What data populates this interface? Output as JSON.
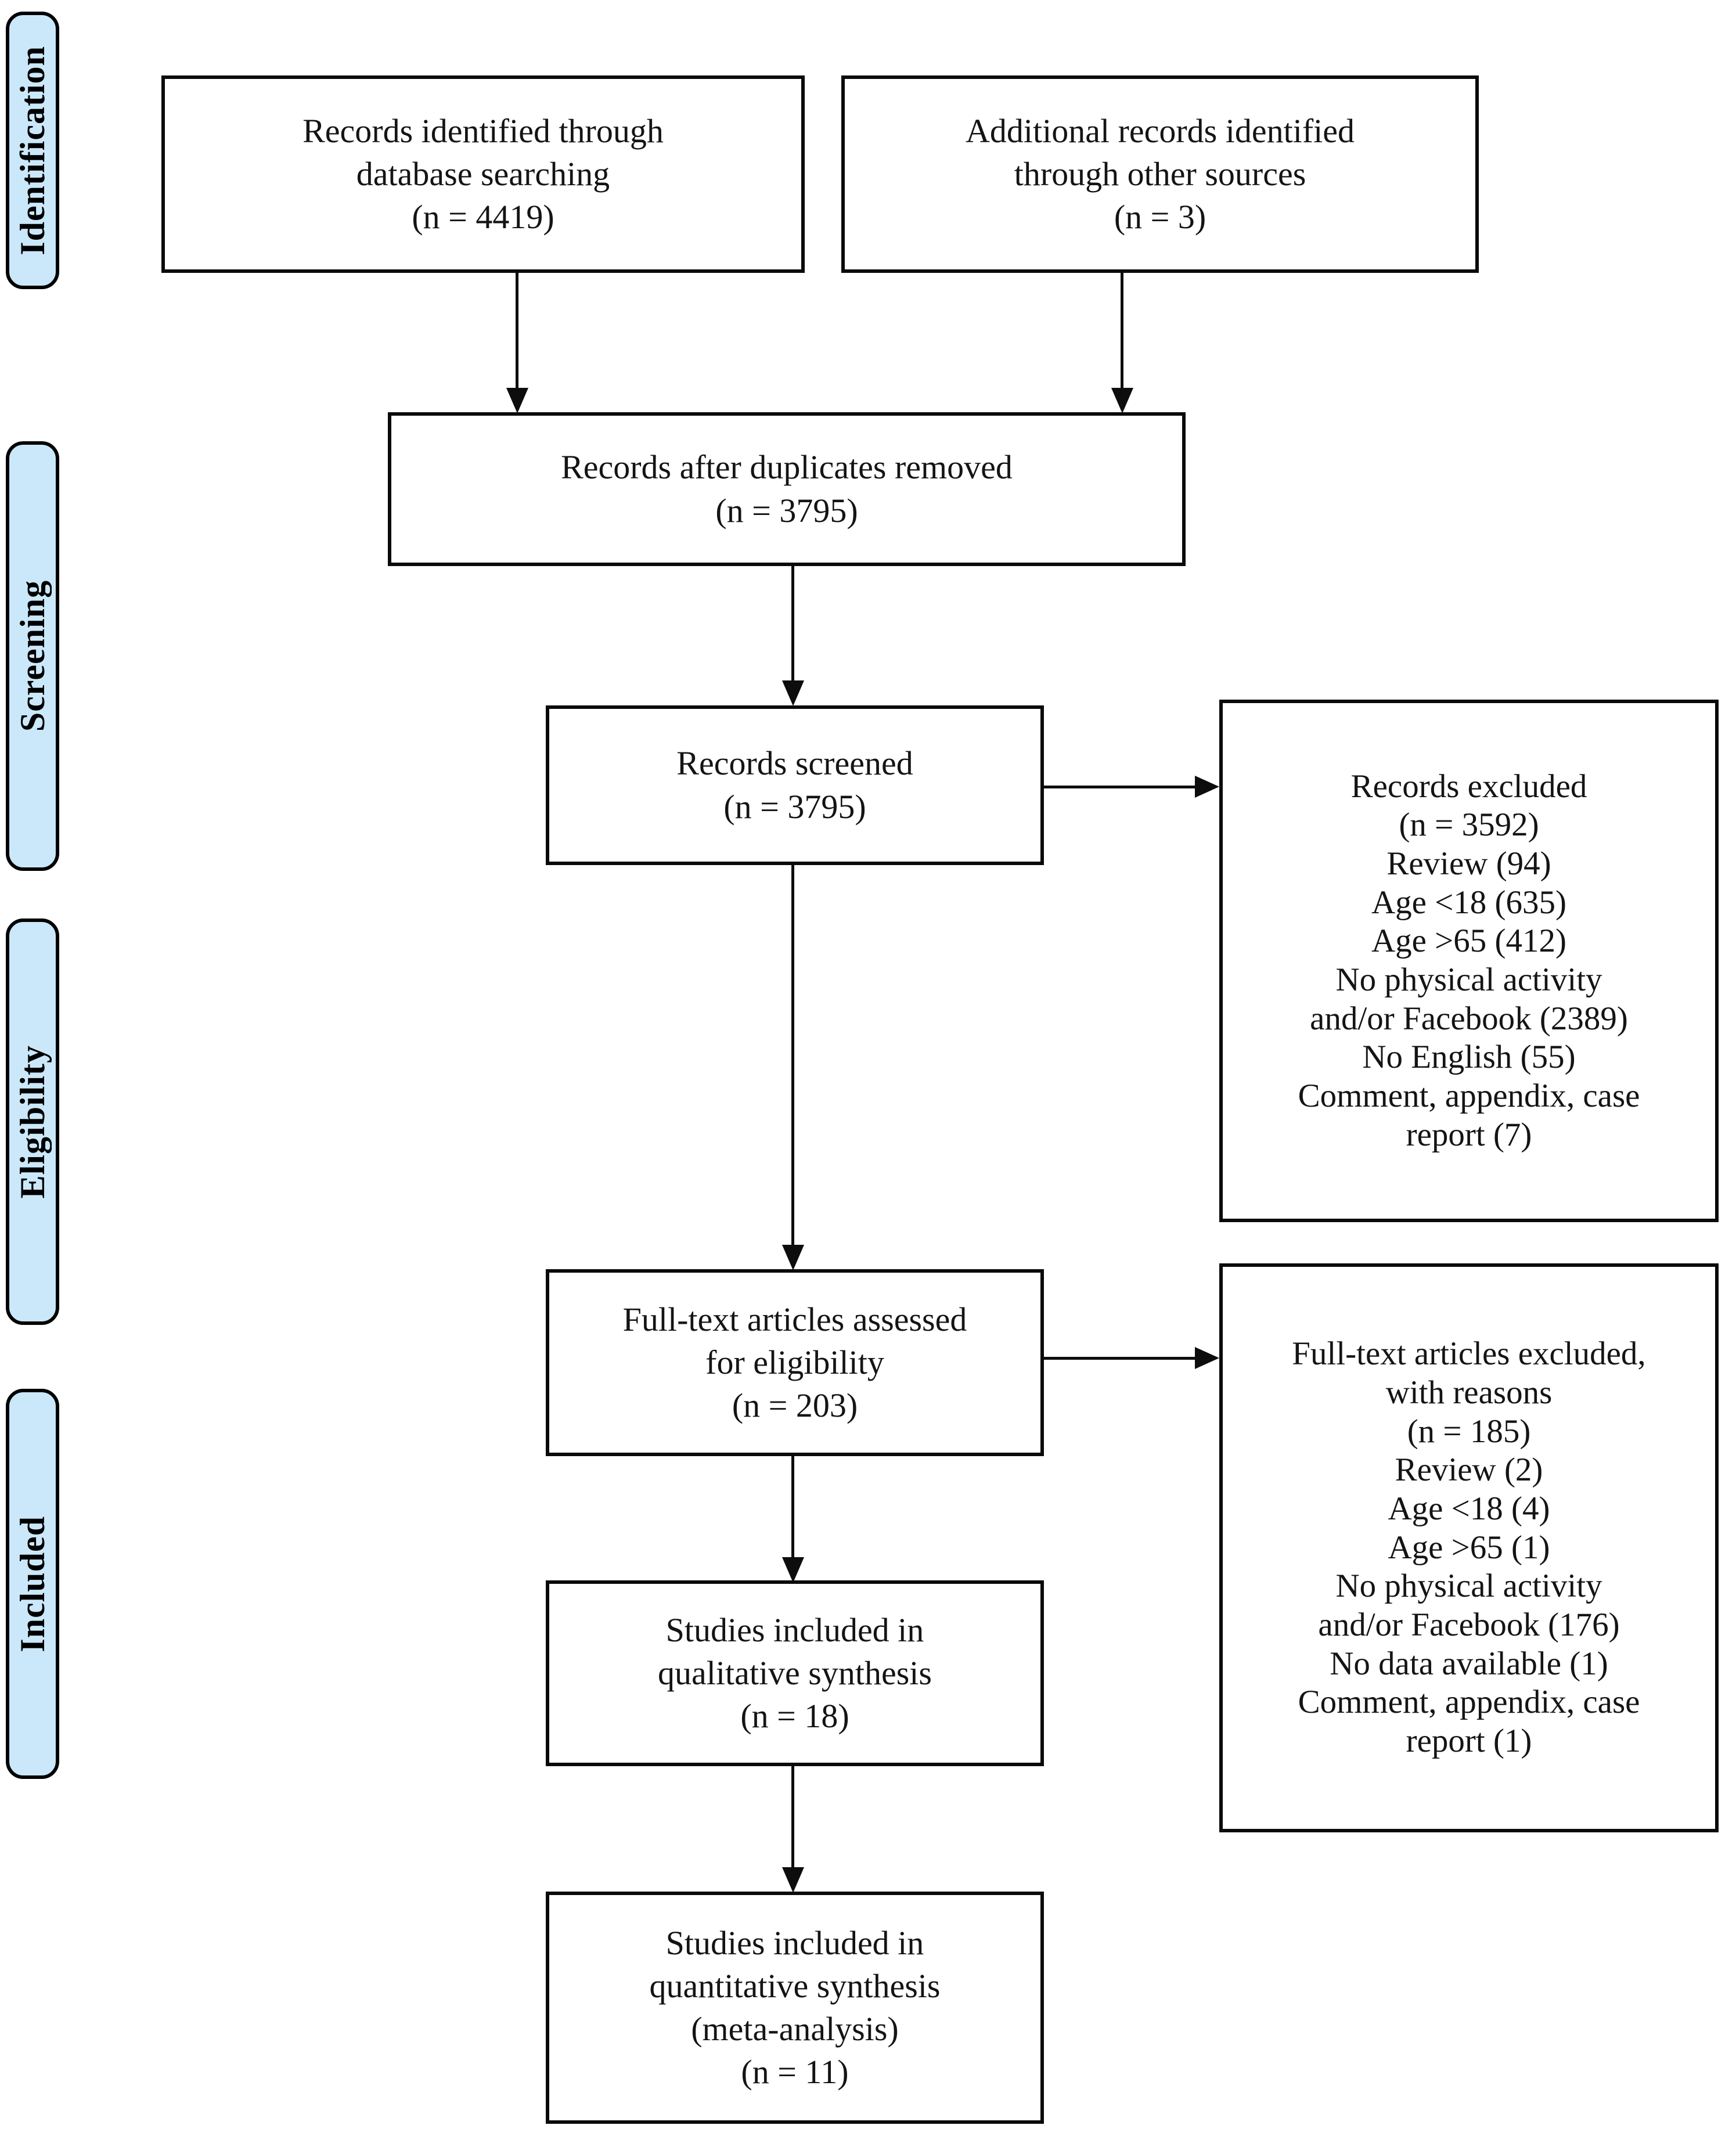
{
  "diagram": {
    "title": "PRISMA flow diagram",
    "accent_color": "#cbe8fa",
    "line_color": "#0d0d0d",
    "background_color": "#ffffff"
  },
  "stages": [
    {
      "id": "identification",
      "label": "Identification"
    },
    {
      "id": "screening",
      "label": "Screening"
    },
    {
      "id": "eligibility",
      "label": "Eligibility"
    },
    {
      "id": "included",
      "label": "Included"
    }
  ],
  "boxes": {
    "records_identified": {
      "lines": [
        "Records identified through",
        "database searching",
        "(n = 4419)"
      ],
      "count": 4419
    },
    "additional_records": {
      "lines": [
        "Additional records identified",
        "through other sources",
        "(n = 3)"
      ],
      "count": 3
    },
    "duplicates_removed": {
      "lines": [
        "Records after duplicates removed",
        "(n = 3795)"
      ],
      "count": 3795
    },
    "records_screened": {
      "lines": [
        "Records screened",
        "(n = 3795)"
      ],
      "count": 3795
    },
    "records_excluded": {
      "lines": [
        "Records excluded",
        "(n = 3592)",
        "Review (94)",
        "Age <18 (635)",
        "Age >65 (412)",
        "No physical activity",
        "and/or Facebook (2389)",
        "No English (55)",
        "Comment, appendix, case",
        "report (7)"
      ],
      "count": 3592,
      "reasons": [
        {
          "reason": "Review",
          "n": 94
        },
        {
          "reason": "Age <18",
          "n": 635
        },
        {
          "reason": "Age >65",
          "n": 412
        },
        {
          "reason": "No physical activity and/or Facebook",
          "n": 2389
        },
        {
          "reason": "No English",
          "n": 55
        },
        {
          "reason": "Comment, appendix, case report",
          "n": 7
        }
      ]
    },
    "fulltext_assessed": {
      "lines": [
        "Full-text articles assessed",
        "for eligibility",
        "(n = 203)"
      ],
      "count": 203
    },
    "fulltext_excluded": {
      "lines": [
        "Full-text articles excluded,",
        "with reasons",
        "(n = 185)",
        "Review (2)",
        "Age <18 (4)",
        "Age >65 (1)",
        "No physical activity",
        "and/or Facebook (176)",
        "No data available (1)",
        "Comment, appendix, case",
        "report (1)"
      ],
      "count": 185,
      "reasons": [
        {
          "reason": "Review",
          "n": 2
        },
        {
          "reason": "Age <18",
          "n": 4
        },
        {
          "reason": "Age >65",
          "n": 1
        },
        {
          "reason": "No physical activity and/or Facebook",
          "n": 176
        },
        {
          "reason": "No data available",
          "n": 1
        },
        {
          "reason": "Comment, appendix, case report",
          "n": 1
        }
      ]
    },
    "qualitative_synthesis": {
      "lines": [
        "Studies included in",
        "qualitative synthesis",
        "(n = 18)"
      ],
      "count": 18
    },
    "quantitative_synthesis": {
      "lines": [
        "Studies included in",
        "quantitative synthesis",
        "(meta-analysis)",
        "(n = 11)"
      ],
      "count": 11
    }
  }
}
